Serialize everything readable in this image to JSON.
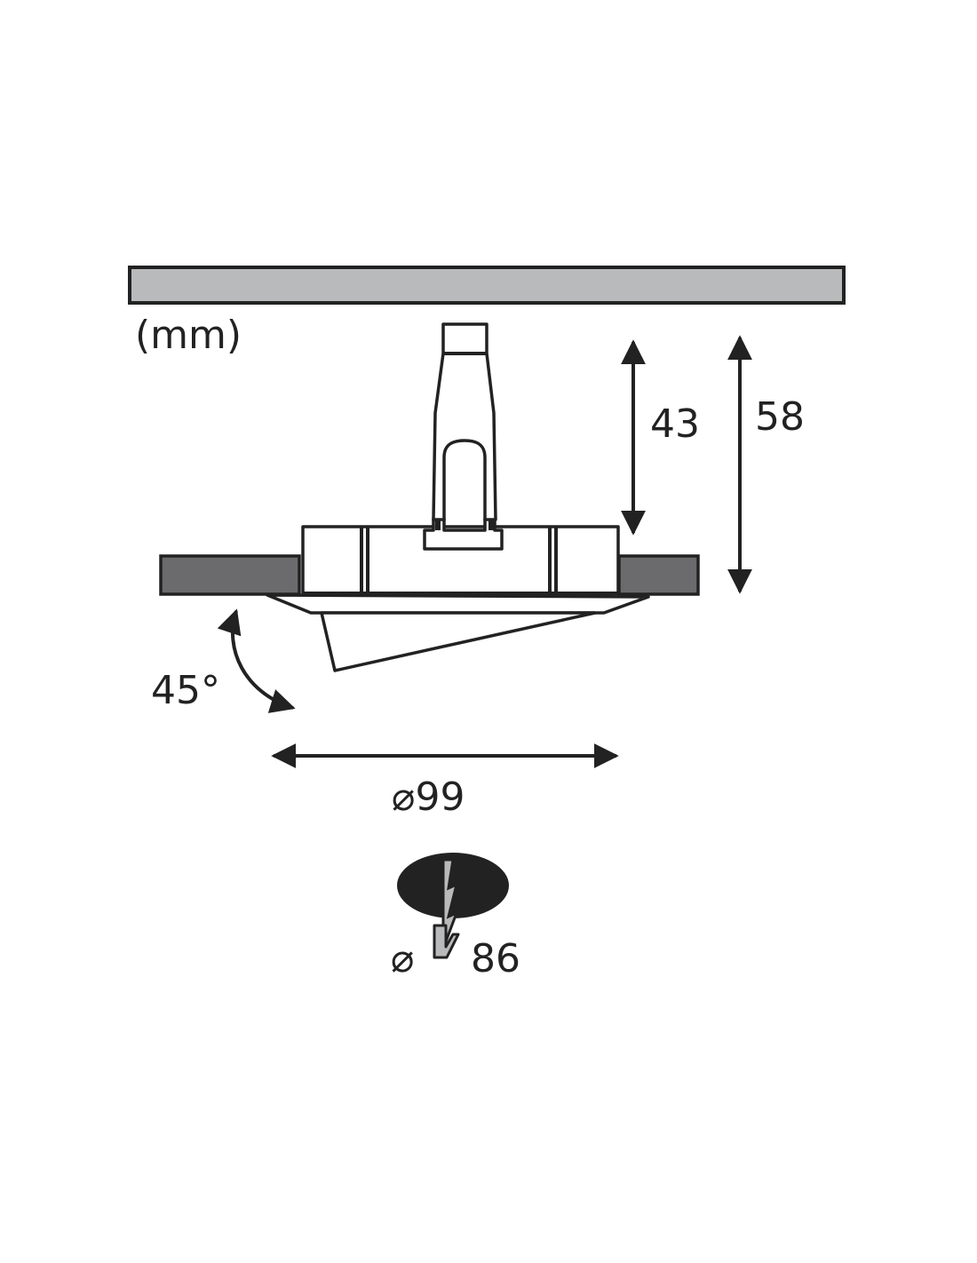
{
  "diagram": {
    "unit_label": "(mm)",
    "height_inner_label": "43",
    "height_total_label": "58",
    "tilt_angle_label": "45°",
    "outer_diameter_label": "⌀99",
    "cutout_symbol_label": "⌀",
    "cutout_value_label": "86"
  },
  "colors": {
    "ceiling": "#b9babc",
    "ceiling_cut": "#6b6b6d",
    "line": "#222222",
    "cutout_fill": "#222222",
    "screw_fill": "#b9babc",
    "background": "#ffffff"
  },
  "icons": {
    "ceiling": "ceiling-plate",
    "tilt": "curved-double-arrow-icon",
    "cutout": "ceiling-cutout-icon"
  }
}
